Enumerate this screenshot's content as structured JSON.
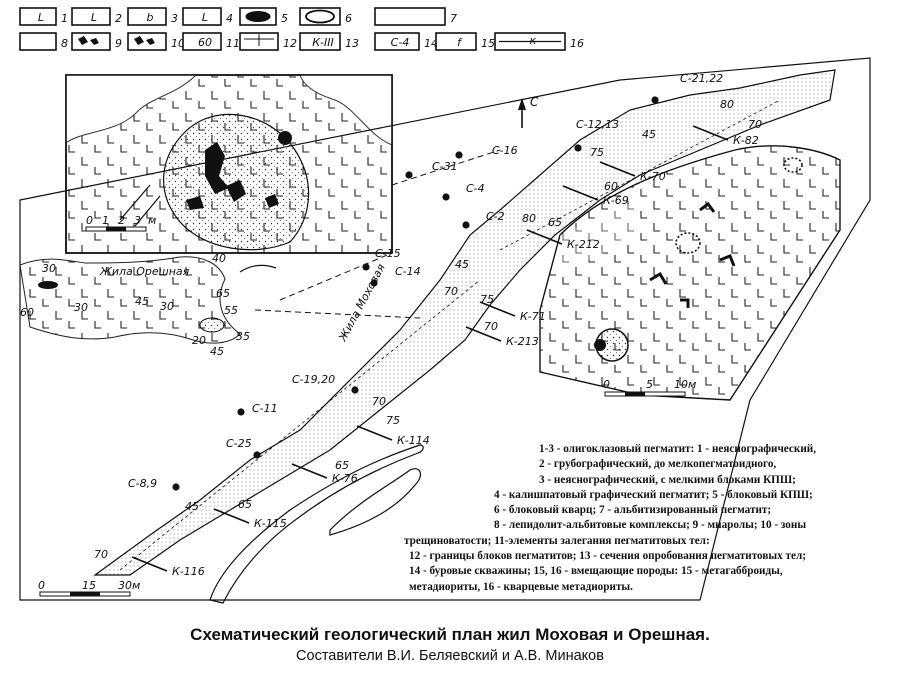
{
  "legend_symbols": [
    {
      "num": "1",
      "glyph": "L"
    },
    {
      "num": "2",
      "glyph": "L"
    },
    {
      "num": "3",
      "glyph": "b"
    },
    {
      "num": "4",
      "glyph": "L"
    },
    {
      "num": "5",
      "glyph": ""
    },
    {
      "num": "6",
      "glyph": ""
    },
    {
      "num": "7",
      "glyph": ""
    },
    {
      "num": "8",
      "glyph": ""
    },
    {
      "num": "9",
      "glyph": ""
    },
    {
      "num": "10",
      "glyph": ""
    },
    {
      "num": "11",
      "glyph": "60"
    },
    {
      "num": "12",
      "glyph": ""
    },
    {
      "num": "13",
      "glyph": "К-III"
    },
    {
      "num": "14",
      "glyph": "С-4"
    },
    {
      "num": "15",
      "glyph": "f"
    },
    {
      "num": "16",
      "glyph": "к"
    }
  ],
  "north_label": "С",
  "vein_labels": {
    "mokhovaya": "Жила Моховая",
    "oreshnaya": "Жила Орешная"
  },
  "boreholes": [
    "С-21,22",
    "С-12,13",
    "С-16",
    "С-31",
    "С-4",
    "С-2",
    "С-15",
    "С-14",
    "С-19,20",
    "С-11",
    "С-25",
    "С-8,9"
  ],
  "sections": [
    "К-82",
    "К-70",
    "К-69",
    "К-212",
    "К-71",
    "К-213",
    "К-114",
    "К-76",
    "К-115",
    "К-116"
  ],
  "dip_values": [
    "80",
    "70",
    "45",
    "75",
    "60",
    "80",
    "65",
    "45",
    "70",
    "75",
    "70",
    "70",
    "75",
    "65",
    "65",
    "45",
    "70",
    "40",
    "30",
    "45",
    "30",
    "60",
    "30",
    "65",
    "55",
    "35",
    "20",
    "45"
  ],
  "scales": {
    "inset": [
      "0",
      "1",
      "2",
      "3",
      "м"
    ],
    "detail": [
      "0",
      "5",
      "10м"
    ],
    "main": [
      "0",
      "15",
      "30м"
    ]
  },
  "legend_lines": [
    "1-3 - олигоклазовый пегматит: 1 - неяснографический,",
    "2 - грубографический, до мелкопегматоидного,",
    "3 - неяснографический, с мелкими блоками КПШ;",
    "4 - калишпатовый графический пегматит; 5 - блоковый КПШ;",
    "6 - блоковый кварц; 7 - альбитизированный пегматит;",
    "8 - лепидолит-альбитовые комплексы; 9 - миаролы; 10 - зоны",
    "трещиноватости; 11-элементы залегания пегматитовых тел:",
    "12 - границы блоков пегматитов; 13 - сечения опробования пегматитовых тел;",
    "14 - буровые скважины; 15, 16 - вмещающие породы: 15 - метагабброиды,",
    "метадиориты, 16 - кварцевые метадиориты."
  ],
  "caption": {
    "title": "Схематический геологический план жил Моховая и Орешная.",
    "authors": "Составители В.И. Беляевский и А.В. Минаков"
  }
}
